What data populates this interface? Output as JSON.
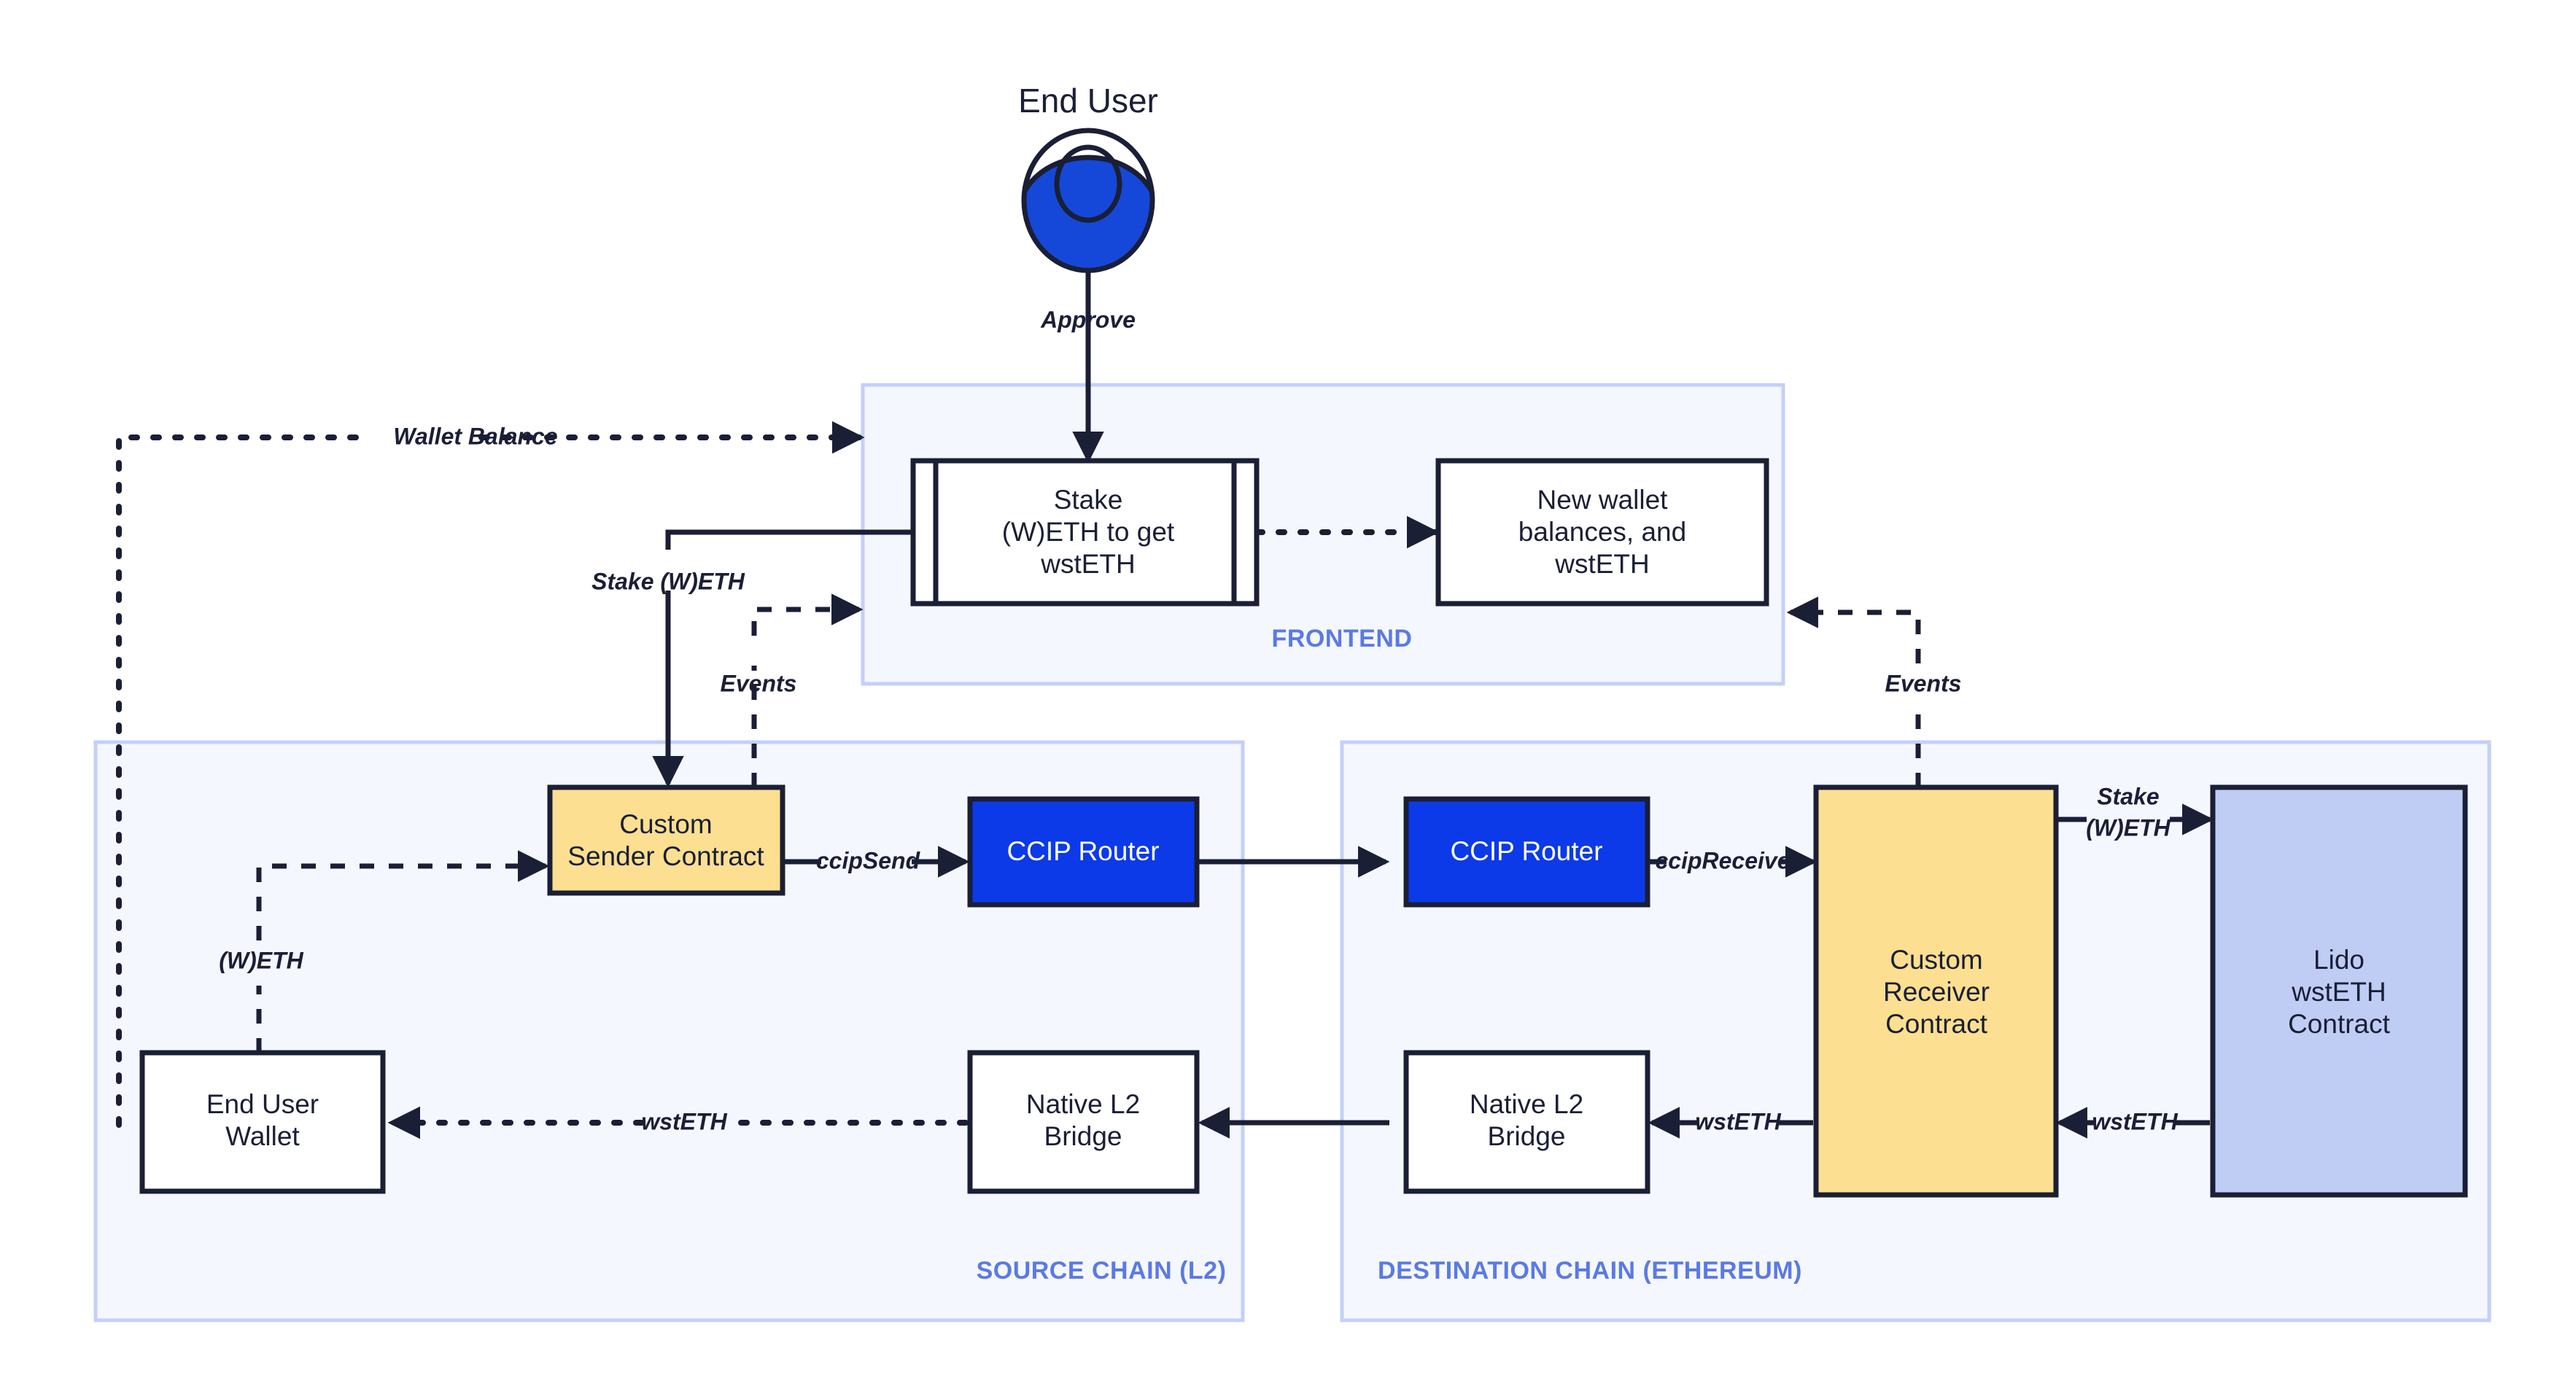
{
  "diagram": {
    "title": "CCIP cross-chain Lido wstETH staking architecture",
    "colors": {
      "zone_fill": "#f5f7ff",
      "zone_stroke": "#c3d0fb",
      "zone_label": "#5a7ae4",
      "node_stroke": "#1a1f36",
      "yellow_contract": "#fcdf90",
      "blue_router": "#0c3ae8",
      "periwinkle_contract": "#bfcdf5",
      "white_node": "#ffffff",
      "actor_body": "#1548d8",
      "canvas": "#ffffff"
    },
    "actor": {
      "name": "End User",
      "icon": "user-avatar-icon"
    },
    "zones": [
      {
        "id": "frontend",
        "label": "FRONTEND"
      },
      {
        "id": "source-chain",
        "label": "SOURCE CHAIN (L2)"
      },
      {
        "id": "destination-chain",
        "label": "DESTINATION CHAIN (ETHEREUM)"
      }
    ],
    "nodes": [
      {
        "id": "stake-weth-process",
        "zone": "frontend",
        "style": "process",
        "lines": [
          "Stake",
          "(W)ETH to get",
          "wstETH"
        ]
      },
      {
        "id": "new-wallet-balances",
        "zone": "frontend",
        "style": "box",
        "lines": [
          "New wallet",
          "balances, and",
          "wstETH"
        ]
      },
      {
        "id": "custom-sender-contract",
        "zone": "source-chain",
        "style": "yellow",
        "lines": [
          "Custom",
          "Sender Contract"
        ]
      },
      {
        "id": "ccip-router-source",
        "zone": "source-chain",
        "style": "blue",
        "lines": [
          "CCIP Router"
        ]
      },
      {
        "id": "end-user-wallet",
        "zone": "source-chain",
        "style": "box",
        "lines": [
          "End User",
          "Wallet"
        ]
      },
      {
        "id": "native-l2-bridge-source",
        "zone": "source-chain",
        "style": "box",
        "lines": [
          "Native L2",
          "Bridge"
        ]
      },
      {
        "id": "ccip-router-destination",
        "zone": "destination-chain",
        "style": "blue",
        "lines": [
          "CCIP Router"
        ]
      },
      {
        "id": "native-l2-bridge-destination",
        "zone": "destination-chain",
        "style": "box",
        "lines": [
          "Native L2",
          "Bridge"
        ]
      },
      {
        "id": "custom-receiver-contract",
        "zone": "destination-chain",
        "style": "yellow",
        "lines": [
          "Custom",
          "Receiver",
          "Contract"
        ]
      },
      {
        "id": "lido-wsteth-contract",
        "zone": "destination-chain",
        "style": "periwinkle",
        "lines": [
          "Lido",
          "wstETH",
          "Contract"
        ]
      }
    ],
    "edges": [
      {
        "id": "approve",
        "label": "Approve",
        "from": "end-user",
        "to": "stake-weth-process",
        "line": "solid"
      },
      {
        "id": "wallet-balance",
        "label": "Wallet Balance",
        "from": "end-user-wallet",
        "to": "stake-weth-process",
        "line": "dotted"
      },
      {
        "id": "stake-weth-left",
        "label": "Stake (W)ETH",
        "from": "stake-weth-process",
        "to": "custom-sender-contract",
        "line": "solid"
      },
      {
        "id": "events-source",
        "label": "Events",
        "from": "custom-sender-contract",
        "to": "stake-weth-process",
        "line": "dashed"
      },
      {
        "id": "new-balances",
        "label": "",
        "from": "stake-weth-process",
        "to": "new-wallet-balances",
        "line": "dotted"
      },
      {
        "id": "events-destination",
        "label": "Events",
        "from": "custom-receiver-contract",
        "to": "new-wallet-balances",
        "line": "dashed"
      },
      {
        "id": "weth-to-sender",
        "label": "(W)ETH",
        "from": "end-user-wallet",
        "to": "custom-sender-contract",
        "line": "dashed"
      },
      {
        "id": "ccip-send",
        "label": "ccipSend",
        "from": "custom-sender-contract",
        "to": "ccip-router-source",
        "line": "solid"
      },
      {
        "id": "router-to-router",
        "label": "",
        "from": "ccip-router-source",
        "to": "ccip-router-destination",
        "line": "solid"
      },
      {
        "id": "ccip-receive",
        "label": "ccipReceive",
        "from": "ccip-router-destination",
        "to": "custom-receiver-contract",
        "line": "solid"
      },
      {
        "id": "stake-weth-right",
        "label": "Stake\n(W)ETH",
        "label_line_1": "Stake",
        "label_line_2": "(W)ETH",
        "from": "custom-receiver-contract",
        "to": "lido-wsteth-contract",
        "line": "solid"
      },
      {
        "id": "wsteth-from-lido",
        "label": "wstETH",
        "from": "lido-wsteth-contract",
        "to": "custom-receiver-contract",
        "line": "solid"
      },
      {
        "id": "wsteth-to-bridge-dest",
        "label": "wstETH",
        "from": "custom-receiver-contract",
        "to": "native-l2-bridge-destination",
        "line": "solid"
      },
      {
        "id": "bridge-to-bridge",
        "label": "",
        "from": "native-l2-bridge-destination",
        "to": "native-l2-bridge-source",
        "line": "solid"
      },
      {
        "id": "wsteth-to-wallet",
        "label": "wstETH",
        "from": "native-l2-bridge-source",
        "to": "end-user-wallet",
        "line": "dotted"
      }
    ]
  }
}
